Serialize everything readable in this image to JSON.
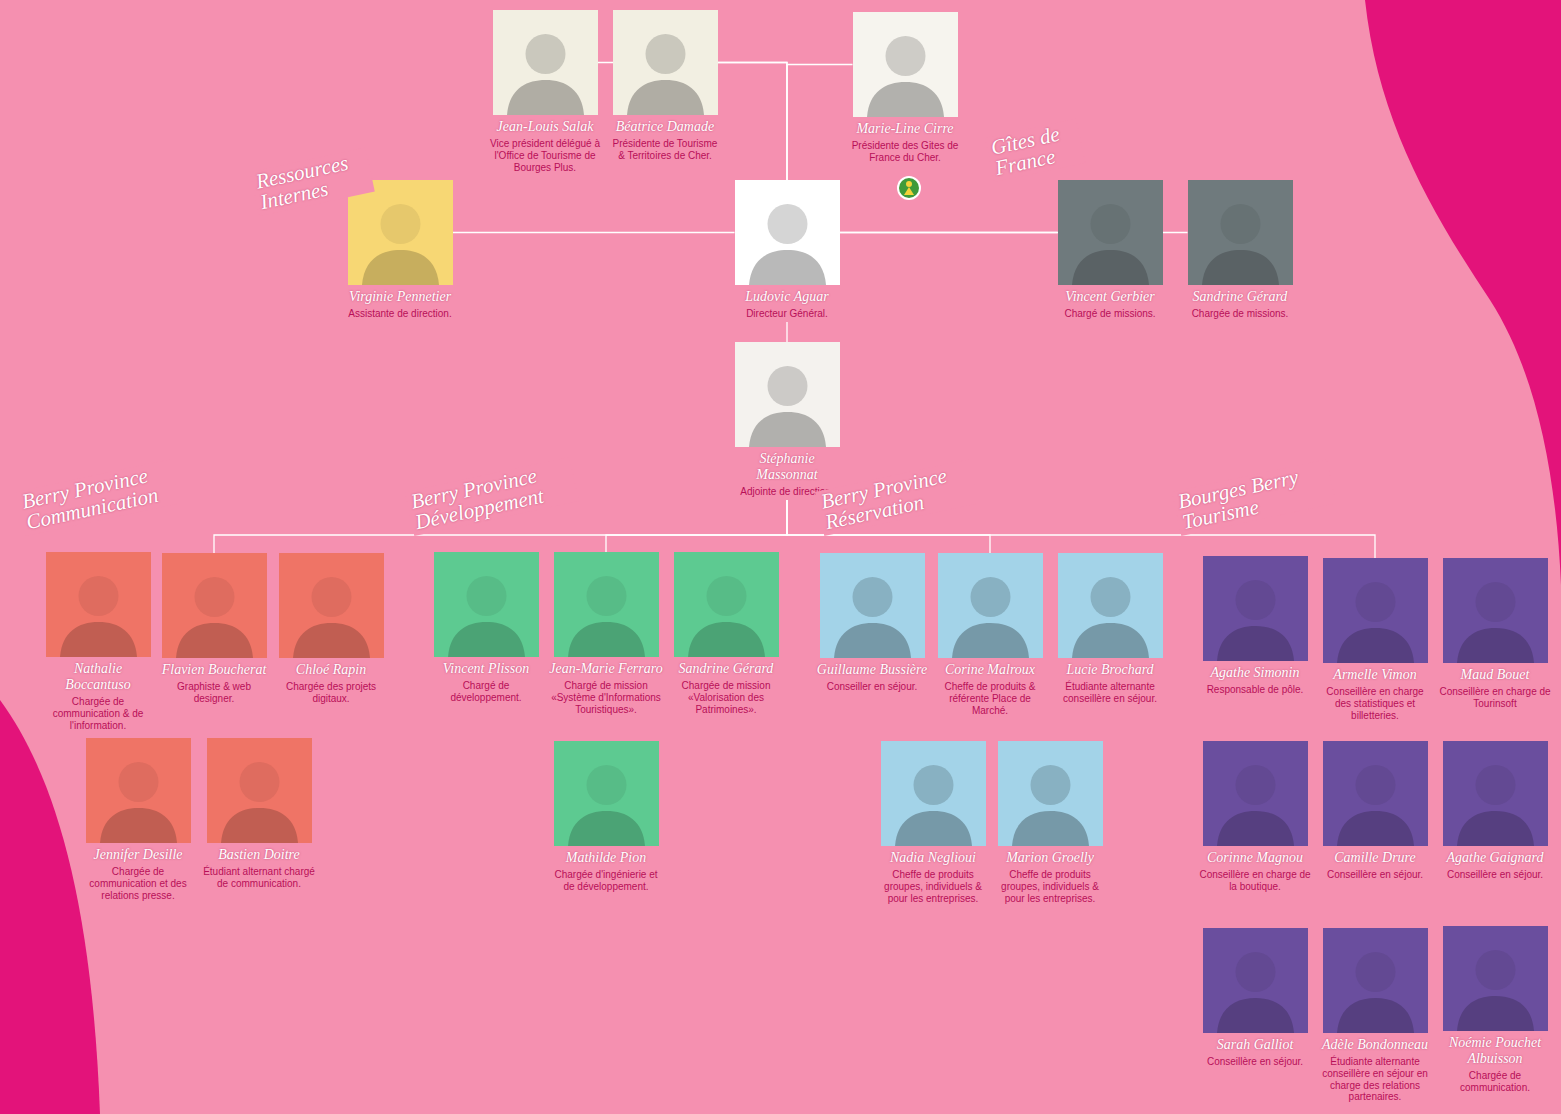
{
  "diagram": {
    "nodes": [
      {
        "text": [
          "Jean-Louis Salak",
          "Vice président délégué à l'Office de Tourisme de Bourges Plus."
        ]
      },
      {
        "text": [
          "Béatrice Damade",
          "Présidente de Tourisme & Territoires de Cher."
        ]
      },
      {
        "text": [
          "Marie-Line Cirre",
          "Présidente des Gites de France du Cher."
        ]
      },
      {
        "text": [
          "Virginie Pennetier",
          "Assistante de direction."
        ]
      },
      {
        "text": [
          "Ludovic Aguar",
          "Directeur Général."
        ]
      },
      {
        "text": [
          "Vincent Gerbier",
          "Chargé de missions."
        ]
      },
      {
        "text": [
          "Sandrine Gérard",
          "Chargée de missions."
        ]
      },
      {
        "text": [
          "Stéphanie Massonnat",
          "Adjointe de direction."
        ]
      },
      {
        "text": [
          "Nathalie Boccantuso",
          "Chargée de communication & de l'information."
        ]
      },
      {
        "text": [
          "Flavien Boucherat",
          "Graphiste & web designer."
        ]
      },
      {
        "text": [
          "Chloé Rapin",
          "Chargée des projets digitaux."
        ]
      },
      {
        "text": [
          "Jennifer Desille",
          "Chargée de communication et des relations presse."
        ]
      },
      {
        "text": [
          "Bastien Doitre",
          "Étudiant alternant chargé de communication."
        ]
      },
      {
        "text": [
          "Vincent Plisson",
          "Chargé de développement."
        ]
      },
      {
        "text": [
          "Jean-Marie Ferraro",
          "Chargé de mission «Système d'Informations Touristiques»."
        ]
      },
      {
        "text": [
          "Sandrine Gérard",
          "Chargée de mission «Valorisation des Patrimoines»."
        ]
      },
      {
        "text": [
          "Mathilde Pion",
          "Chargée d'ingénierie et de développement."
        ]
      },
      {
        "text": [
          "Guillaume Bussière",
          "Conseiller en séjour."
        ]
      },
      {
        "text": [
          "Corine Malroux",
          "Cheffe de produits & référente Place de Marché."
        ]
      },
      {
        "text": [
          "Lucie Brochard",
          "Étudiante alternante conseillère en séjour."
        ]
      },
      {
        "text": [
          "Nadia Neglioui",
          "Cheffe de produits groupes, individuels & pour les entreprises."
        ]
      },
      {
        "text": [
          "Marion Groelly",
          "Cheffe de produits groupes, individuels & pour les entreprises."
        ]
      },
      {
        "text": [
          "Agathe Simonin",
          "Responsable de pôle."
        ]
      },
      {
        "text": [
          "Armelle Vimon",
          "Conseillère en charge des statistiques et billetteries."
        ]
      },
      {
        "text": [
          "Maud Bouet",
          "Conseillère en charge de Tourinsoft"
        ]
      },
      {
        "text": [
          "Corinne Magnou",
          "Conseillère en charge de la boutique."
        ]
      },
      {
        "text": [
          "Camille Drure",
          "Conseillère en séjour."
        ]
      },
      {
        "text": [
          "Agathe Gaignard",
          "Conseillère en séjour."
        ]
      },
      {
        "text": [
          "Sarah Galliot",
          "Conseillère en séjour."
        ]
      },
      {
        "text": [
          "Adèle Bondonneau",
          "Étudiante alternante conseillère en séjour en charge des relations partenaires."
        ]
      },
      {
        "text": [
          "Noémie Pouchet Albuisson",
          "Chargée de communication."
        ]
      }
    ],
    "edges": [
      {
        "from": 0,
        "to": 4,
        "arrow": "none"
      },
      {
        "from": 1,
        "to": 4,
        "arrow": "none"
      },
      {
        "from": 2,
        "to": 4,
        "arrow": "none"
      },
      {
        "from": 4,
        "to": 3,
        "arrow": "none"
      },
      {
        "from": 4,
        "to": 5,
        "arrow": "none"
      },
      {
        "from": 4,
        "to": 6,
        "arrow": "none"
      },
      {
        "from": 4,
        "to": 7,
        "arrow": "none"
      },
      {
        "from": 7,
        "to": 9,
        "arrow": "none"
      },
      {
        "from": 7,
        "to": 14,
        "arrow": "none"
      },
      {
        "from": 7,
        "to": 18,
        "arrow": "none"
      },
      {
        "from": 7,
        "to": 23,
        "arrow": "none"
      }
    ],
    "labels": [
      "Ressources Internes",
      "Gîtes de France",
      "Berry Province Communication",
      "Berry Province Développement",
      "Berry Province Réservation",
      "Bourges Berry Tourisme"
    ]
  }
}
